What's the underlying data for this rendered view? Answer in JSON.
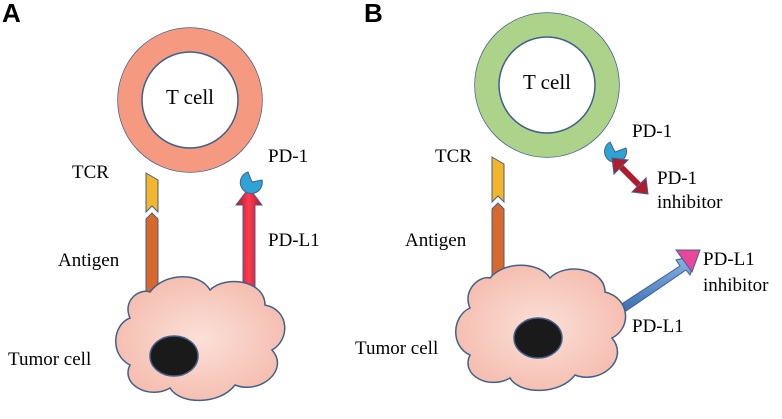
{
  "panel_a": {
    "letter": "A",
    "t_cell": "T cell",
    "tcr": "TCR",
    "antigen": "Antigen",
    "pd1": "PD-1",
    "pdl1": "PD-L1",
    "tumor": "Tumor cell",
    "t_cell_color": "#f59a80"
  },
  "panel_b": {
    "letter": "B",
    "t_cell": "T cell",
    "tcr": "TCR",
    "antigen": "Antigen",
    "pd1": "PD-1",
    "pd1_inhibitor_line1": "PD-1",
    "pd1_inhibitor_line2": "inhibitor",
    "pdl1_inhibitor_line1": "PD-L1",
    "pdl1_inhibitor_line2": "inhibitor",
    "pdl1": "PD-L1",
    "tumor": "Tumor cell",
    "t_cell_color": "#add38a"
  },
  "colors": {
    "tumor_fill": "#f6c4b8",
    "nucleus": "#1a1a1a",
    "outline": "#41608c",
    "tcr": "#f3b52a",
    "antigen": "#d9692b",
    "pd1": "#2ea3d6",
    "pdl1_arrow": "#d91f37",
    "pd1_inhibitor": "#b01c2e",
    "pdl1_inhibitor_arrow": "#5b8fcf",
    "pdl1_inhibitor_head": "#e8479a"
  }
}
